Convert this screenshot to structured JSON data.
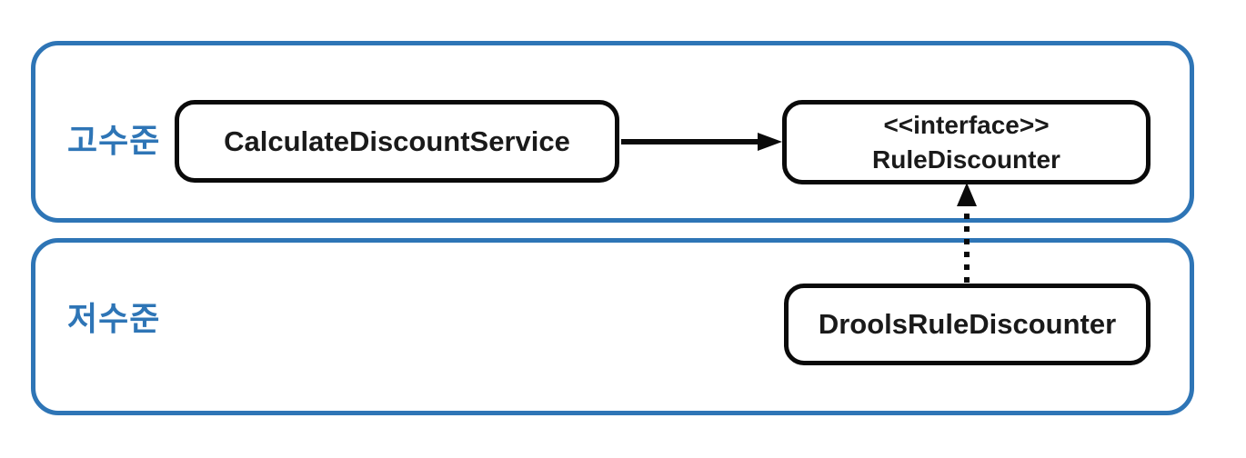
{
  "diagram": {
    "title": "dependency-inversion-diagram",
    "layers": {
      "high": {
        "label": "고수준"
      },
      "low": {
        "label": "저수준"
      }
    },
    "nodes": {
      "calculate_discount_service": {
        "label": "CalculateDiscountService"
      },
      "rule_discounter": {
        "stereotype": "<<interface>>",
        "label": "RuleDiscounter"
      },
      "drools_rule_discounter": {
        "label": "DroolsRuleDiscounter"
      }
    },
    "edges": [
      {
        "from": "CalculateDiscountService",
        "to": "RuleDiscounter",
        "style": "solid-arrow"
      },
      {
        "from": "DroolsRuleDiscounter",
        "to": "RuleDiscounter",
        "style": "dotted-arrow"
      }
    ],
    "colors": {
      "accent_blue": "#2E75B6",
      "node_border_black": "#0a0a0a",
      "background": "#ffffff"
    }
  }
}
